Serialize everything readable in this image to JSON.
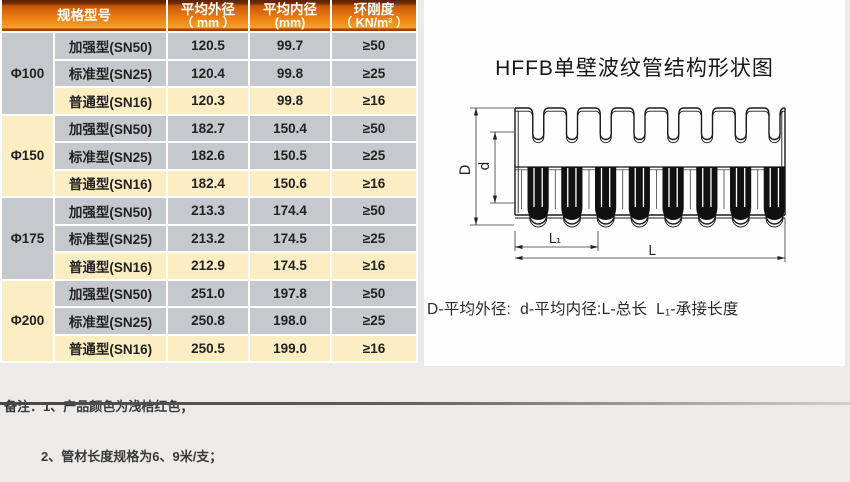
{
  "table": {
    "header": {
      "spec": "规格型号",
      "cols": [
        {
          "title": "平均外径",
          "unit": "（ mm ）"
        },
        {
          "title": "平均内径",
          "unit": "(mm)"
        },
        {
          "title": "环刚度",
          "unit": "（ KN/m² ）"
        }
      ]
    },
    "groups": [
      {
        "size": "Φ100",
        "rows": [
          {
            "type": "加强型(SN50)",
            "outer": "120.5",
            "inner": "99.7",
            "stiffness": "≥50"
          },
          {
            "type": "标准型(SN25)",
            "outer": "120.4",
            "inner": "99.8",
            "stiffness": "≥25"
          },
          {
            "type": "普通型(SN16)",
            "outer": "120.3",
            "inner": "99.8",
            "stiffness": "≥16"
          }
        ]
      },
      {
        "size": "Φ150",
        "rows": [
          {
            "type": "加强型(SN50)",
            "outer": "182.7",
            "inner": "150.4",
            "stiffness": "≥50"
          },
          {
            "type": "标准型(SN25)",
            "outer": "182.6",
            "inner": "150.5",
            "stiffness": "≥25"
          },
          {
            "type": "普通型(SN16)",
            "outer": "182.4",
            "inner": "150.6",
            "stiffness": "≥16"
          }
        ]
      },
      {
        "size": "Φ175",
        "rows": [
          {
            "type": "加强型(SN50)",
            "outer": "213.3",
            "inner": "174.4",
            "stiffness": "≥50"
          },
          {
            "type": "标准型(SN25)",
            "outer": "213.2",
            "inner": "174.5",
            "stiffness": "≥25"
          },
          {
            "type": "普通型(SN16)",
            "outer": "212.9",
            "inner": "174.5",
            "stiffness": "≥16"
          }
        ]
      },
      {
        "size": "Φ200",
        "rows": [
          {
            "type": "加强型(SN50)",
            "outer": "251.0",
            "inner": "197.8",
            "stiffness": "≥50"
          },
          {
            "type": "标准型(SN25)",
            "outer": "250.8",
            "inner": "198.0",
            "stiffness": "≥25"
          },
          {
            "type": "普通型(SN16)",
            "outer": "250.5",
            "inner": "199.0",
            "stiffness": "≥16"
          }
        ]
      }
    ]
  },
  "diagram": {
    "title": "HFFB单壁波纹管结构形状图",
    "dim_labels": {
      "D": "D",
      "d": "d",
      "L1": "L₁",
      "L": "L"
    },
    "legend": "D-平均外径:  d-平均内径:L-总长  L₁-承接长度"
  },
  "notes": {
    "label": "备注：",
    "items": [
      "1、产品颜色为浅桔红色；",
      "2、管材长度规格为6、9米/支；"
    ]
  },
  "colors": {
    "header_orange_top": "#c85708",
    "header_orange_bottom": "#f9a125",
    "header_dark_edge": "#5e2302",
    "row_gray": "#c5c8cc",
    "row_cream": "#fcedc3",
    "separator": "#ffffff",
    "page_background": "#ecebe9",
    "panel_background": "#fefefe",
    "text_dark": "#222222"
  }
}
